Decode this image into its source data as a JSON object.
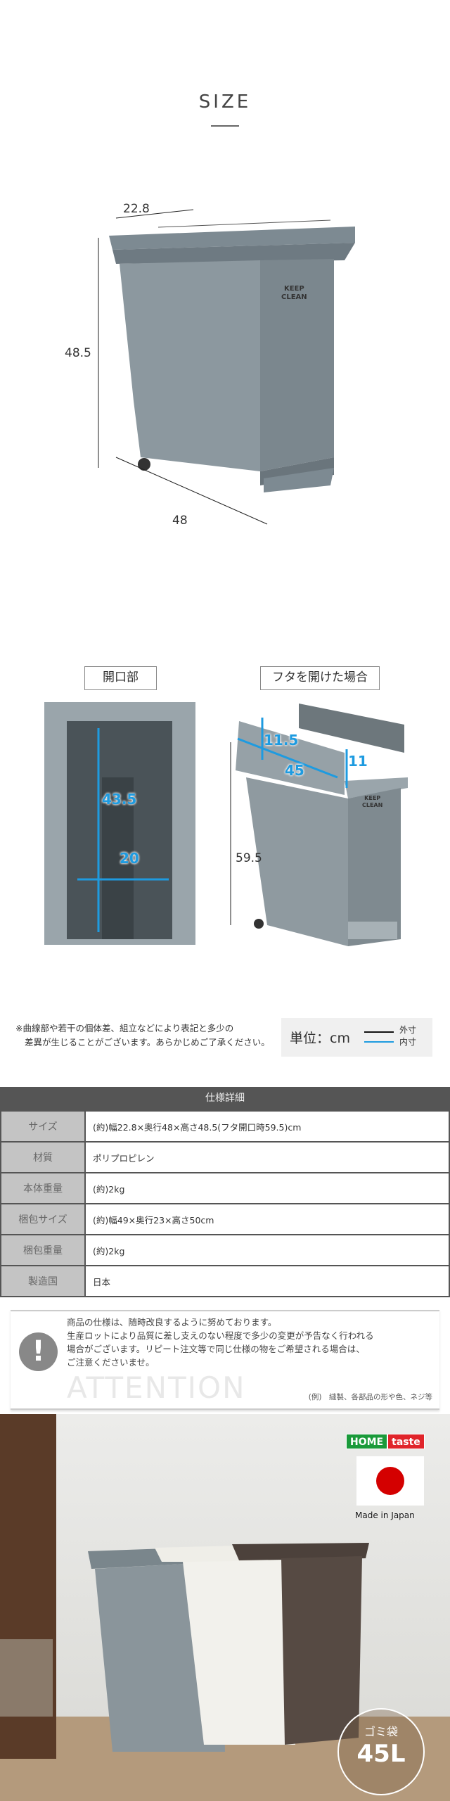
{
  "size_section": {
    "title": "SIZE",
    "width": "22.8",
    "height": "48.5",
    "depth": "48"
  },
  "opening": {
    "label": "開口部",
    "height": "43.5",
    "width": "20"
  },
  "lid_open": {
    "label": "フタを開けた場合",
    "depth": "45",
    "lid_height": "11.5",
    "rear_height": "11",
    "total_height": "59.5"
  },
  "product_logo": {
    "line1": "KEEP",
    "line2": "CLEAN"
  },
  "note": {
    "line1": "※曲線部や若干の個体差、組立などにより表記と多少の",
    "line2": "差異が生じることがございます。あらかじめご了承ください。"
  },
  "unit": {
    "label": "単位：cm",
    "outer": "外寸",
    "inner": "内寸",
    "outer_color": "#111111",
    "inner_color": "#1e9be0"
  },
  "spec": {
    "title": "仕様詳細",
    "rows": [
      {
        "key": "サイズ",
        "value": "(約)幅22.8×奥行48×高さ48.5(フタ開口時59.5)cm"
      },
      {
        "key": "材質",
        "value": "ポリプロピレン"
      },
      {
        "key": "本体重量",
        "value": "(約)2kg"
      },
      {
        "key": "梱包サイズ",
        "value": "(約)幅49×奥行23×高さ50cm"
      },
      {
        "key": "梱包重量",
        "value": "(約)2kg"
      },
      {
        "key": "製造国",
        "value": "日本"
      }
    ]
  },
  "attention": {
    "icon": "!",
    "lines": [
      "商品の仕様は、随時改良するように努めております。",
      "生産ロットにより品質に差し支えのない程度で多少の変更が予告なく行われる",
      "場合がございます。リピート注文等で同じ仕様の物をご希望される場合は、",
      "ご注意くださいませ。"
    ],
    "example": "(例)　縫製、各部品の形や色、ネジ等",
    "watermark": "ATTENTION"
  },
  "photo": {
    "brand_home": "HOME",
    "brand_taste": "taste",
    "made_in": "Made in Japan",
    "badge_label": "ゴミ袋",
    "badge_value": "45L"
  }
}
